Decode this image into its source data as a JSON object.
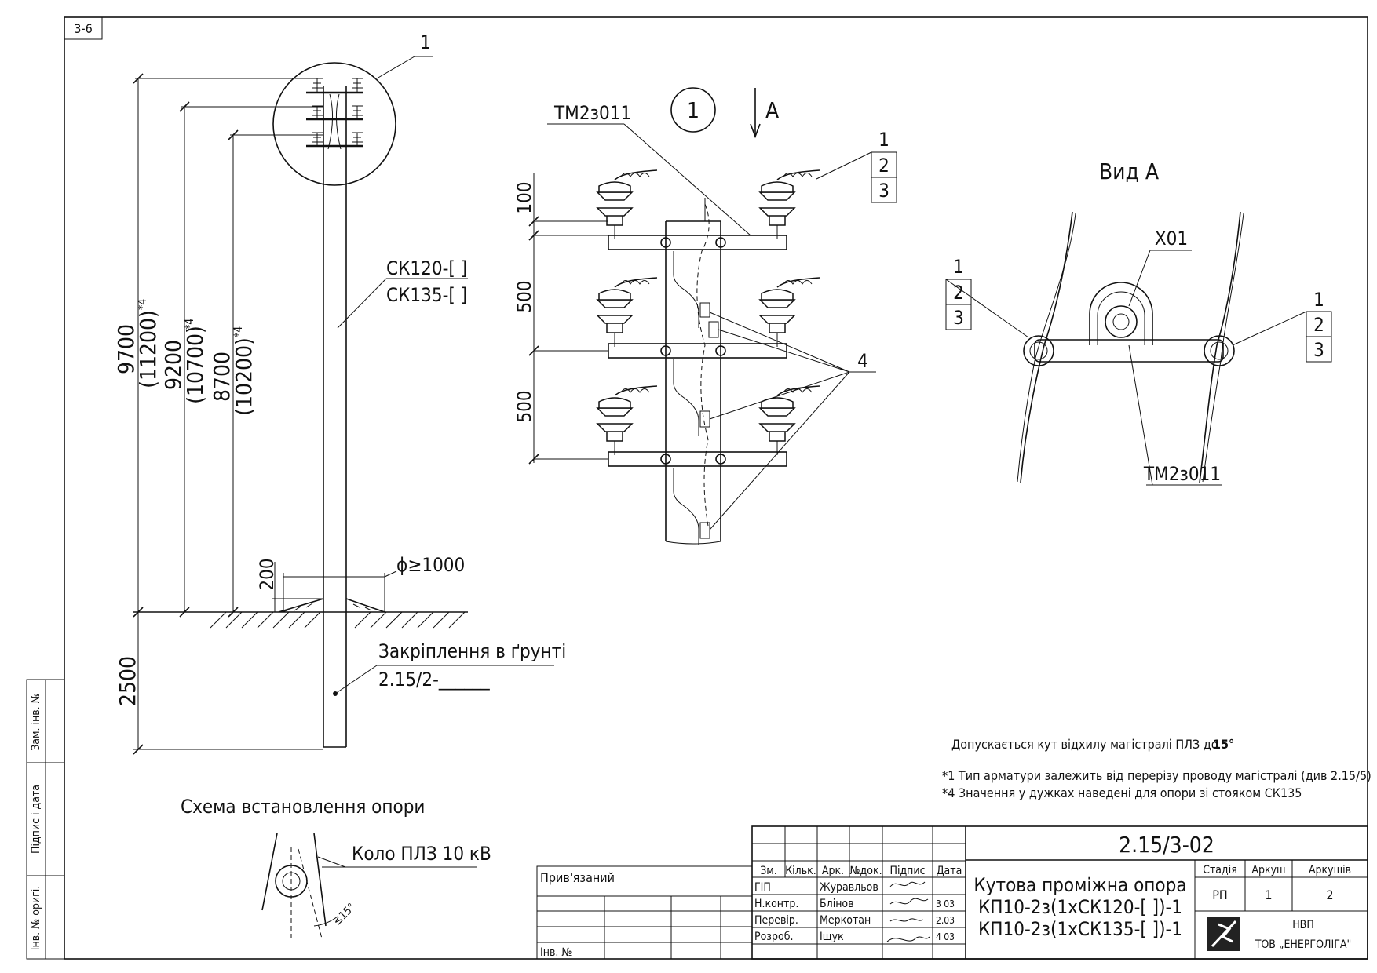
{
  "sheet_number": "3-6",
  "installation": {
    "callout": "1",
    "pole_types": [
      "СК120-[  ]",
      "СК135-[  ]"
    ],
    "dim_full": "9700",
    "dim_full_alt": "(11200)",
    "dim_mid": "9200",
    "dim_mid_alt": "(10700)",
    "dim_low": "8700",
    "dim_low_alt": "(10200)",
    "footnote_mark": "*4",
    "dim_mound": "200",
    "dim_diameter": "ϕ≥1000",
    "dim_burial": "2500",
    "fixing_label": "Закріплення в ґрунті",
    "fixing_ref": "2.15/2-______"
  },
  "detail": {
    "label": "1",
    "view_arrow": "А",
    "cable_label": "ТМ2з011",
    "dim_100": "100",
    "dim_500a": "500",
    "dim_500b": "500",
    "callouts": [
      "1",
      "2",
      "3"
    ],
    "callout_4": "4"
  },
  "view_a": {
    "title": "Вид А",
    "part_label": "Х01",
    "cable_label": "ТМ2з011",
    "left_callouts": [
      "1",
      "2",
      "3"
    ],
    "right_callouts": [
      "1",
      "2",
      "3"
    ]
  },
  "scheme": {
    "title": "Схема встановлення опори",
    "line_label": "Коло ПЛЗ 10 кВ",
    "angle_label": "≤15°"
  },
  "notes": {
    "deviation": "Допускається кут відхилу магістралі ПЛЗ до",
    "deviation_value": "15°",
    "note1": "*1 Тип арматури залежить від перерізу проводу магістралі (див 2.15/5)",
    "note4": "*4 Значення у дужках наведені для опори зі стояком СК135"
  },
  "side_stamp": {
    "zam": "Зам. інв. №",
    "pidpys": "Підпис і дата",
    "inv": "Інв. № оригі."
  },
  "title_block": {
    "doc_code": "2.15/3-02",
    "pryviazanyi": "Прив'язаний",
    "inv_no": "Інв. №",
    "headers": [
      "Зм.",
      "Кільк.",
      "Арк.",
      "№док.",
      "Підпис",
      "Дата"
    ],
    "roles": [
      "ГІП",
      "Н.контр.",
      "Перевір.",
      "Розроб."
    ],
    "names": [
      "Журавльов",
      "Блінов",
      "Меркотан",
      "Іщук"
    ],
    "dates": [
      "",
      "3 03",
      "2.03",
      "4 03"
    ],
    "title_lines": [
      "Кутова проміжна опора",
      "КП10-2з(1хСК120-[  ])-1",
      "КП10-2з(1хСК135-[  ])-1"
    ],
    "stage_header": "Стадія",
    "sheet_header": "Аркуш",
    "sheets_header": "Аркушів",
    "stage": "РП",
    "sheet": "1",
    "sheets": "2",
    "org_line1": "НВП",
    "org_line2": "ТОВ „ЕНЕРГОЛІГА\""
  }
}
